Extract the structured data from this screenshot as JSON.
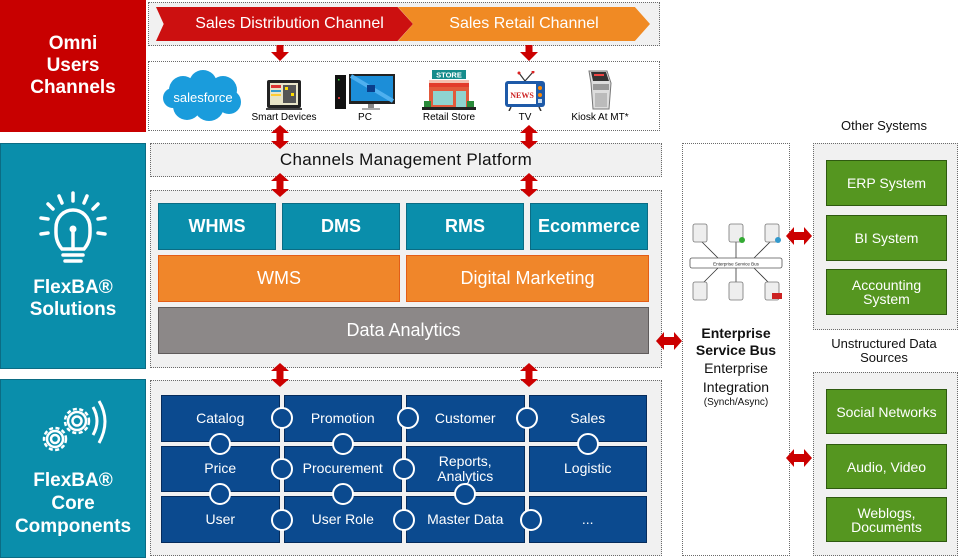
{
  "categories": {
    "omni": {
      "line1": "Omni",
      "line2": "Users",
      "line3": "Channels"
    },
    "solutions": {
      "line1": "FlexBA®",
      "line2": "Solutions",
      "icon": "lightbulb-icon"
    },
    "core": {
      "line1": "FlexBA®",
      "line2": "Core",
      "line3": "Components",
      "icon": "gears-icon"
    }
  },
  "channels": {
    "distribution": "Sales Distribution Channel",
    "retail": "Sales Retail Channel"
  },
  "devices": [
    {
      "name": "salesforce",
      "label": "",
      "logo_text": "salesforce",
      "icon": "salesforce-cloud-icon"
    },
    {
      "name": "smart-devices",
      "label": "Smart Devices",
      "icon": "tablet-icon"
    },
    {
      "name": "pc",
      "label": "PC",
      "icon": "desktop-pc-icon"
    },
    {
      "name": "retail-store",
      "label": "Retail Store",
      "sign": "STORE",
      "icon": "store-icon"
    },
    {
      "name": "tv",
      "label": "TV",
      "screen_text": "NEWS",
      "icon": "tv-icon"
    },
    {
      "name": "kiosk",
      "label": "Kiosk At MT*",
      "icon": "kiosk-icon"
    }
  ],
  "platform": {
    "label": "Channels Management Platform"
  },
  "solutions": {
    "row1": [
      "WHMS",
      "DMS",
      "RMS",
      "Ecommerce"
    ],
    "row2": [
      "WMS",
      "Digital Marketing"
    ],
    "row3": "Data Analytics"
  },
  "core_components": [
    [
      "Catalog",
      "Promotion",
      "Customer",
      "Sales"
    ],
    [
      "Price",
      "Procurement",
      "Reports,\nAnalytics",
      "Logistic"
    ],
    [
      "User",
      "User Role",
      "Master Data",
      "..."
    ]
  ],
  "esb": {
    "title1": "Enterprise",
    "title2": "Service Bus",
    "sub1": "Enterprise",
    "sub2": "Integration",
    "sub3": "(Synch/Async)",
    "bus_label": "Enterprise Service Bus",
    "icon": "esb-network-icon"
  },
  "other_systems": {
    "title": "Other Systems",
    "items": [
      "ERP System",
      "BI System",
      "Accounting\nSystem"
    ]
  },
  "unstructured": {
    "title": "Unstructured Data\nSources",
    "items": [
      "Social Networks",
      "Audio, Video",
      "Weblogs,\nDocuments"
    ]
  },
  "colors": {
    "red": "#c80000",
    "orange": "#f0862a",
    "teal": "#0a8eab",
    "navy": "#0b4a8f",
    "green": "#559620",
    "gray": "#8c8888",
    "arrow": "#cc0000"
  }
}
